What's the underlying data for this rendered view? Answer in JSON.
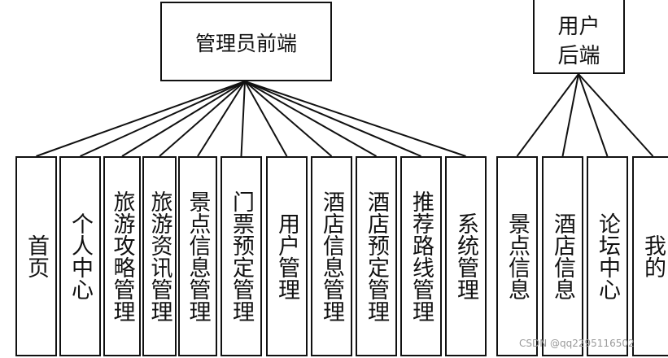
{
  "admin": {
    "title": "管理员前端",
    "children": [
      "首页",
      "个人中心",
      "旅游攻略管理",
      "旅游资讯管理",
      "景点信息管理",
      "门票预定管理",
      "用户管理",
      "酒店信息管理",
      "酒店预定管理",
      "推荐路线管理",
      "系统管理"
    ]
  },
  "user": {
    "title_line1": "用户",
    "title_line2": "后端",
    "children": [
      "景点信息",
      "酒店信息",
      "论坛中心",
      "我的"
    ]
  },
  "watermark": "CSDN @qq2295116502"
}
